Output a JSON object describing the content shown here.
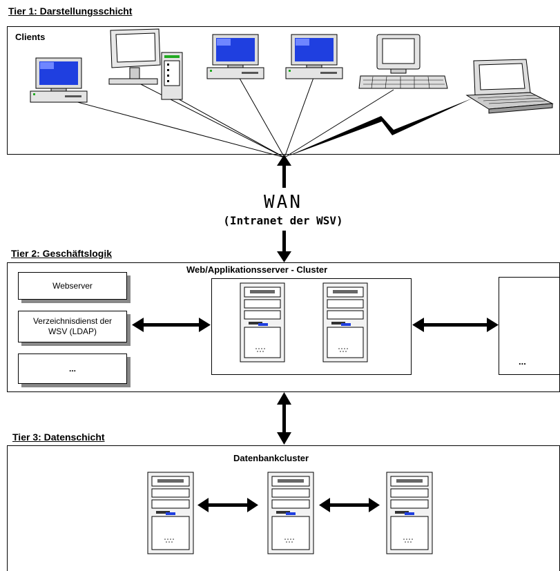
{
  "tier1": {
    "title": "Tier 1: Darstellungsschicht",
    "panel_label": "Clients"
  },
  "wan": {
    "label": "WAN",
    "sublabel": "(Intranet der WSV)"
  },
  "tier2": {
    "title": "Tier 2: Geschäftslogik",
    "cluster_label": "Web/Applikationsserver - Cluster",
    "services": [
      "Webserver",
      "Verzeichnisdienst der WSV (LDAP)",
      "..."
    ],
    "right_box_label": "..."
  },
  "tier3": {
    "title": "Tier 3: Datenschicht",
    "cluster_label": "Datenbankcluster"
  }
}
